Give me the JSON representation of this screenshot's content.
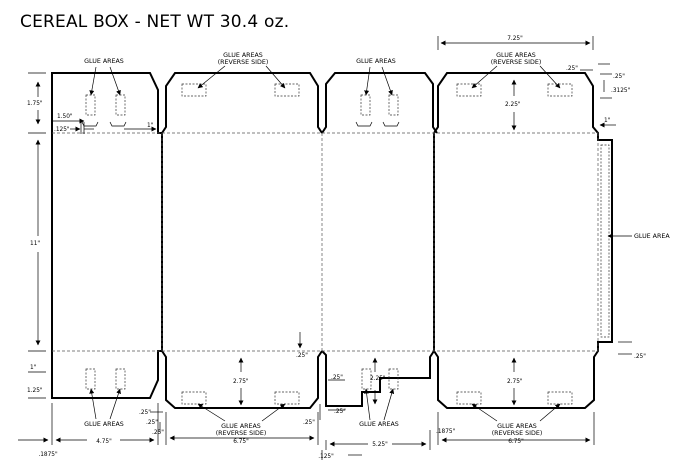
{
  "title": "CEREAL BOX - NET WT 30.4 oz.",
  "labels": {
    "glue_areas": "GLUE AREAS",
    "reverse_side": "(REVERSE SIDE)",
    "glue_area": "GLUE AREA"
  },
  "dimensions": {
    "d725": "7.25\"",
    "d025": ".25\"",
    "d3125": ".3125\"",
    "d225": "2.25\"",
    "d1": "1\"",
    "d175": "1.75\"",
    "d150": "1.50\"",
    "d125s": ".125\"",
    "d11": "11\"",
    "d275": "2.75\"",
    "d125": "1.25\"",
    "d475": "4.75\"",
    "d675": "6.75\"",
    "d525": "5.25\"",
    "d1875": ".1875\""
  }
}
